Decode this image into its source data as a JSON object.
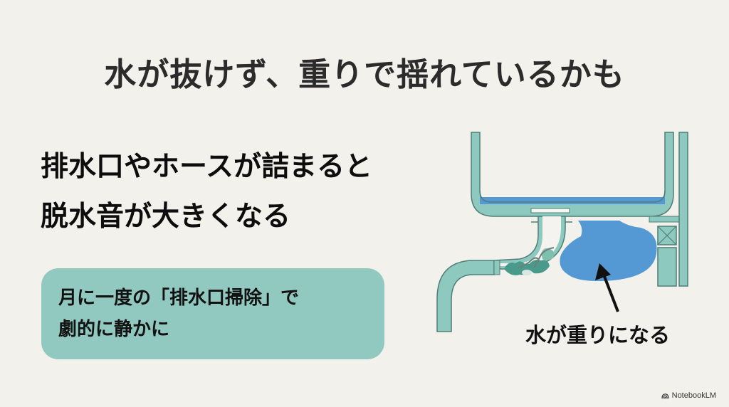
{
  "slide": {
    "title": "水が抜けず、重りで揺れているかも",
    "lead_lines": [
      "排水口やホースが詰まると",
      "脱水音が大きくなる"
    ],
    "tip_lines": [
      "月に一度の「排水口掃除」で",
      "劇的に静かに"
    ],
    "diagram_label": "水が重りになる",
    "brand": "NotebookLM"
  },
  "colors": {
    "background": "#f2f1ec",
    "tip_box": "#91c8c0",
    "pipe_fill": "#8ec9bf",
    "pipe_stroke": "#4f7d78",
    "water": "#5499d4",
    "debris": "#4a9a8c",
    "arrow": "#111111"
  },
  "icons": {
    "brand_icon": "notebooklm-logo-icon",
    "arrow": "arrow-up-left-icon"
  }
}
